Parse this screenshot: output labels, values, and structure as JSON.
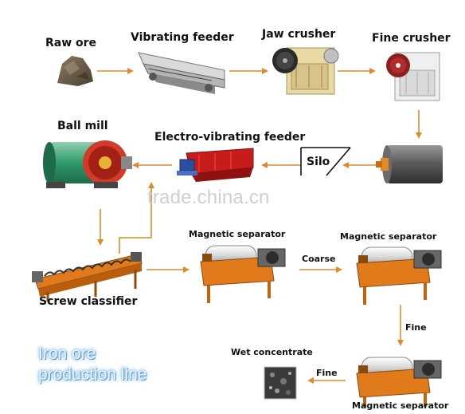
{
  "labels": {
    "raw_ore": "Raw ore",
    "vibrating_feeder": "Vibrating feeder",
    "jaw_crusher": "Jaw crusher",
    "fine_crusher": "Fine crusher",
    "ball_mill": "Ball mill",
    "electro_vibrating_feeder": "Electro-vibrating feeder",
    "silo": "Silo",
    "screw_classifier": "Screw classifier",
    "magnetic_separator_1": "Magnetic separator",
    "magnetic_separator_2": "Magnetic separator",
    "magnetic_separator_3": "Magnetic separator",
    "coarse": "Coarse",
    "fine_1": "Fine",
    "fine_2": "Fine",
    "wet_concentrate": "Wet concentrate"
  },
  "watermark": "trade.china.cn",
  "caption": {
    "line1": "Iron ore",
    "line2": "production line"
  },
  "colors": {
    "arrow": "#e08a2a",
    "machine_orange": "#e07a1a",
    "feeder_red": "#c81c1c",
    "crusher_yellow": "#e9d9a4",
    "caption_glow": "#5aa0d8"
  }
}
